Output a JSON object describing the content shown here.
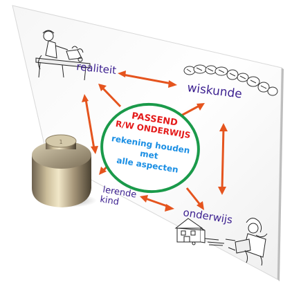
{
  "labels": {
    "realiteit": "realiteit",
    "wiskunde": "wiskunde",
    "lerende_line1": "lerende",
    "lerende_line2": "kind",
    "onderwijs": "onderwijs"
  },
  "center": {
    "line1": "PASSEND",
    "line2": "R/W ONDERWIJS",
    "line3": "rekening houden",
    "line4": "met",
    "line5": "alle aspecten"
  },
  "weight_mark": "1",
  "colors": {
    "arrow": "#e5541e",
    "circle": "#1a9a4a",
    "label_text": "#3b1f8f",
    "center_red": "#e41b1b",
    "center_blue": "#1b8fe4"
  }
}
